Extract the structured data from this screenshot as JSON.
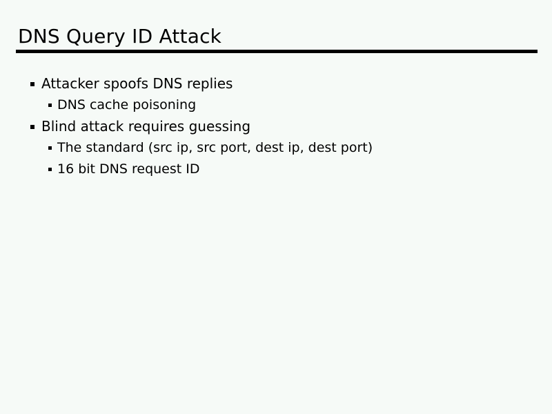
{
  "slide": {
    "title": "DNS Query ID Attack",
    "background_color": "#f6faf7",
    "text_color": "#000000",
    "rule_color": "#000000",
    "bullets": [
      {
        "level": 1,
        "text": "Attacker spoofs DNS replies",
        "marker": "square-bullet"
      },
      {
        "level": 2,
        "text": "DNS cache poisoning",
        "marker": "square-bullet"
      },
      {
        "level": 1,
        "text": "Blind attack requires guessing",
        "marker": "square-bullet"
      },
      {
        "level": 2,
        "text": "The standard (src ip, src port, dest ip, dest port)",
        "marker": "square-bullet"
      },
      {
        "level": 2,
        "text": "16 bit DNS request ID",
        "marker": "square-bullet"
      }
    ]
  }
}
